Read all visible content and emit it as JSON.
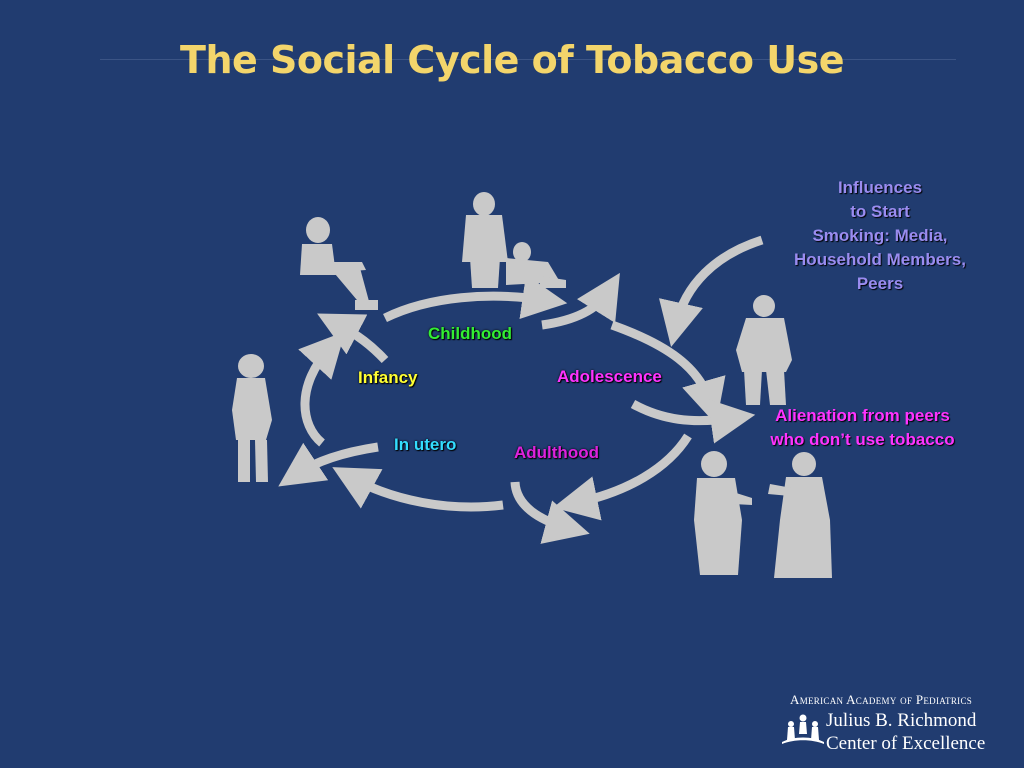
{
  "title": "The Social Cycle of Tobacco Use",
  "stages": {
    "childhood": "Childhood",
    "infancy": "Infancy",
    "adolescence": "Adolescence",
    "in_utero": "In utero",
    "adulthood": "Adulthood"
  },
  "influences": [
    "Influences",
    "to Start",
    "Smoking: Media,",
    "Household Members,",
    "Peers"
  ],
  "alienation": [
    "Alienation from peers",
    "who don’t use tobacco"
  ],
  "logo": {
    "org": "American Academy of Pediatrics",
    "line1": "Julius B. Richmond",
    "line2": "Center of Excellence"
  },
  "colors": {
    "background": "#213c70",
    "title": "#f3d56b",
    "childhood": "#33ee33",
    "infancy": "#ffff33",
    "adolescence": "#ff33ff",
    "in_utero": "#33ddff",
    "adulthood": "#dd22dd",
    "influences": "#9a8cf0",
    "alienation": "#ff33ff",
    "shapes": "#c9c9c9"
  }
}
